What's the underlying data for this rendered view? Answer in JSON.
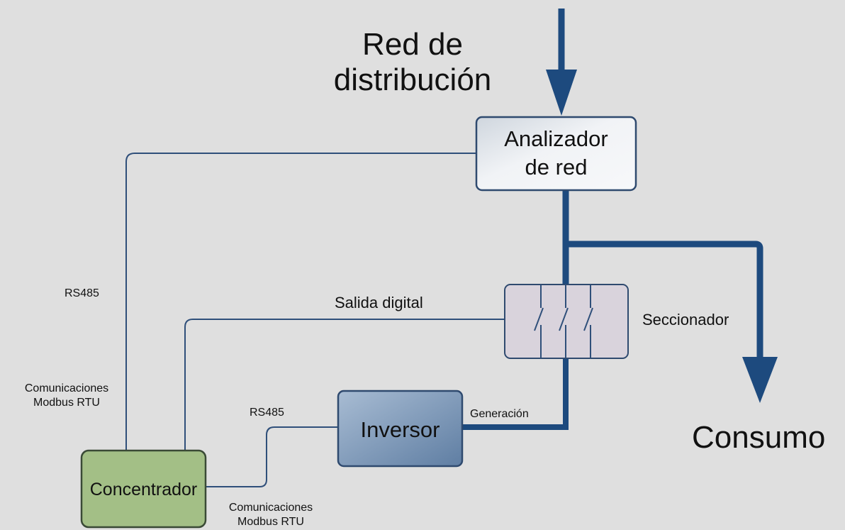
{
  "nodes": {
    "grid": "Red de\ndistribución",
    "analyzer": "Analizador\nde red",
    "disconnector": "Seccionador",
    "inverter": "Inversor",
    "concentrator": "Concentrador",
    "consumption": "Consumo"
  },
  "edges": {
    "rs485_top": "RS485",
    "comms_left": "Comunicaciones\nModbus RTU",
    "digital_output": "Salida digital",
    "rs485_inverter": "RS485",
    "comms_bottom": "Comunicaciones\nModbus RTU",
    "generation": "Generación"
  },
  "colors": {
    "background": "#dfdfdf",
    "power_line": "#1d4a7e",
    "comm_line": "#2f4f7a",
    "box_border": "#2f4a6f",
    "analyzer_fill": "#eef1f5",
    "disconnector_fill": "#d9d3dc",
    "inverter_fill": "#7d98b8",
    "concentrator_fill": "#a3bf86"
  }
}
